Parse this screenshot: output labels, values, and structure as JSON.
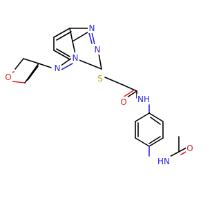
{
  "colors": {
    "carbon_bond": "#000000",
    "nitrogen": "#2828e6",
    "oxygen": "#e02020",
    "sulfur": "#b8a500",
    "background": "#ffffff"
  },
  "atoms": {
    "triazole_n1": "N",
    "triazole_n2": "N",
    "bridge_n": "N",
    "pyridazine_n": "N",
    "furan_o": "O",
    "thioether_s": "S",
    "amide1_o": "O",
    "amide1_nh": "NH",
    "amide2_nh": "HN",
    "amide2_o": "O"
  }
}
